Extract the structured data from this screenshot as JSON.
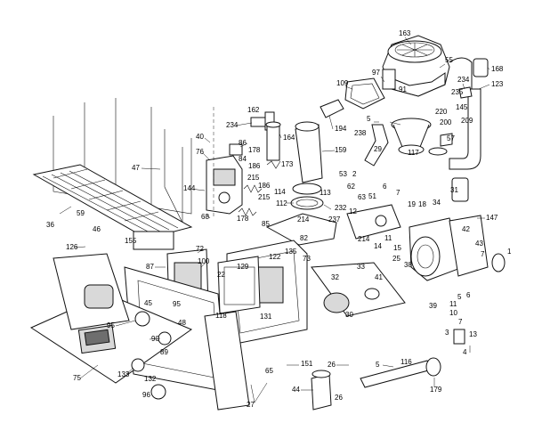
{
  "labels": [
    "163",
    "55",
    "168",
    "234",
    "123",
    "97",
    "109",
    "91",
    "235",
    "220",
    "145",
    "209",
    "5",
    "238",
    "200",
    "29",
    "57",
    "117",
    "162",
    "234",
    "164",
    "194",
    "40",
    "86",
    "76",
    "84",
    "178",
    "186",
    "173",
    "215",
    "159",
    "53",
    "2",
    "62",
    "63",
    "51",
    "6",
    "7",
    "47",
    "144",
    "215",
    "114",
    "186",
    "113",
    "112",
    "232",
    "31",
    "18",
    "19",
    "34",
    "12",
    "214",
    "237",
    "147",
    "68",
    "178",
    "85",
    "82",
    "11",
    "15",
    "42",
    "36",
    "59",
    "155",
    "46",
    "126",
    "72",
    "135",
    "122",
    "73",
    "214",
    "14",
    "43",
    "1",
    "25",
    "33",
    "38",
    "7",
    "87",
    "100",
    "129",
    "22",
    "32",
    "41",
    "39",
    "6",
    "5",
    "10",
    "30",
    "95",
    "131",
    "118",
    "11",
    "45",
    "7",
    "13",
    "95",
    "48",
    "90",
    "89",
    "3",
    "4",
    "75",
    "133",
    "132",
    "151",
    "26",
    "5",
    "116",
    "96",
    "65",
    "44",
    "26",
    "179",
    "27"
  ]
}
